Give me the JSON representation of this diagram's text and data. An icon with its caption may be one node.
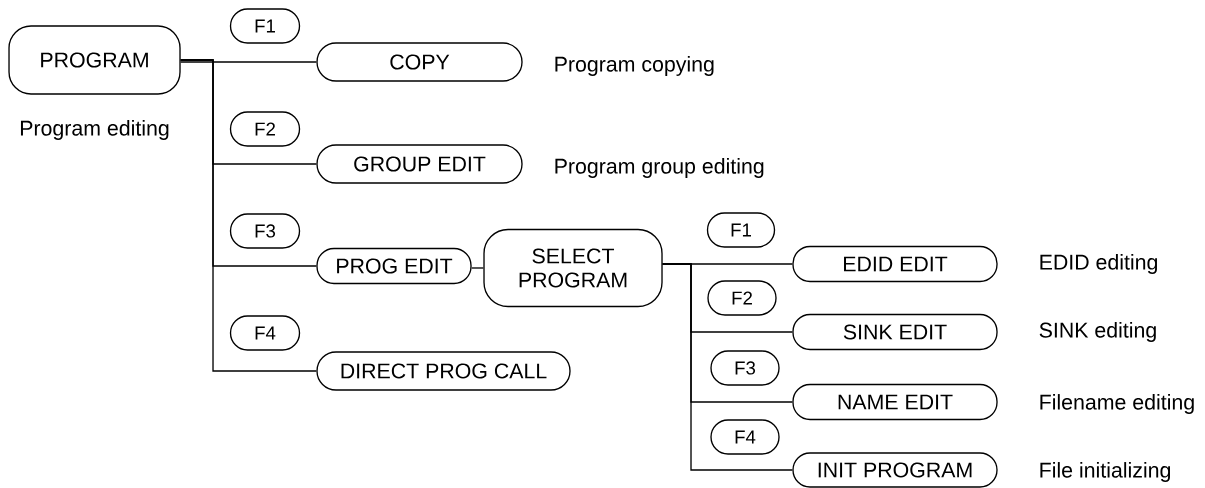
{
  "diagram": {
    "nodes": [
      {
        "text": [
          "PROGRAM"
        ],
        "beside": [
          "Program editing"
        ]
      },
      {
        "text": [
          "F1"
        ]
      },
      {
        "text": [
          "COPY"
        ],
        "beside": [
          "Program copying"
        ]
      },
      {
        "text": [
          "F2"
        ]
      },
      {
        "text": [
          "GROUP EDIT"
        ],
        "beside": [
          "Program group editing"
        ]
      },
      {
        "text": [
          "F3"
        ]
      },
      {
        "text": [
          "PROG EDIT"
        ]
      },
      {
        "text": [
          "SELECT PROGRAM"
        ]
      },
      {
        "text": [
          "F1"
        ]
      },
      {
        "text": [
          "EDID EDIT"
        ],
        "beside": [
          "EDID editing"
        ]
      },
      {
        "text": [
          "F2"
        ]
      },
      {
        "text": [
          "SINK EDIT"
        ],
        "beside": [
          "SINK editing"
        ]
      },
      {
        "text": [
          "F3"
        ]
      },
      {
        "text": [
          "NAME EDIT"
        ],
        "beside": [
          "Filename editing"
        ]
      },
      {
        "text": [
          "F4"
        ]
      },
      {
        "text": [
          "INIT PROGRAM"
        ],
        "beside": [
          "File initializing"
        ]
      },
      {
        "text": [
          "F4"
        ]
      },
      {
        "text": [
          "DIRECT PROG CALL"
        ]
      }
    ],
    "edges": [
      {
        "from": 0,
        "to": 2,
        "arrow": "none"
      },
      {
        "from": 0,
        "to": 4,
        "arrow": "none"
      },
      {
        "from": 0,
        "to": 6,
        "arrow": "none"
      },
      {
        "from": 0,
        "to": 17,
        "arrow": "none"
      },
      {
        "from": 6,
        "to": 7,
        "arrow": "none"
      },
      {
        "from": 7,
        "to": 9,
        "arrow": "none"
      },
      {
        "from": 7,
        "to": 11,
        "arrow": "none"
      },
      {
        "from": 7,
        "to": 13,
        "arrow": "none"
      },
      {
        "from": 7,
        "to": 15,
        "arrow": "none"
      }
    ]
  }
}
